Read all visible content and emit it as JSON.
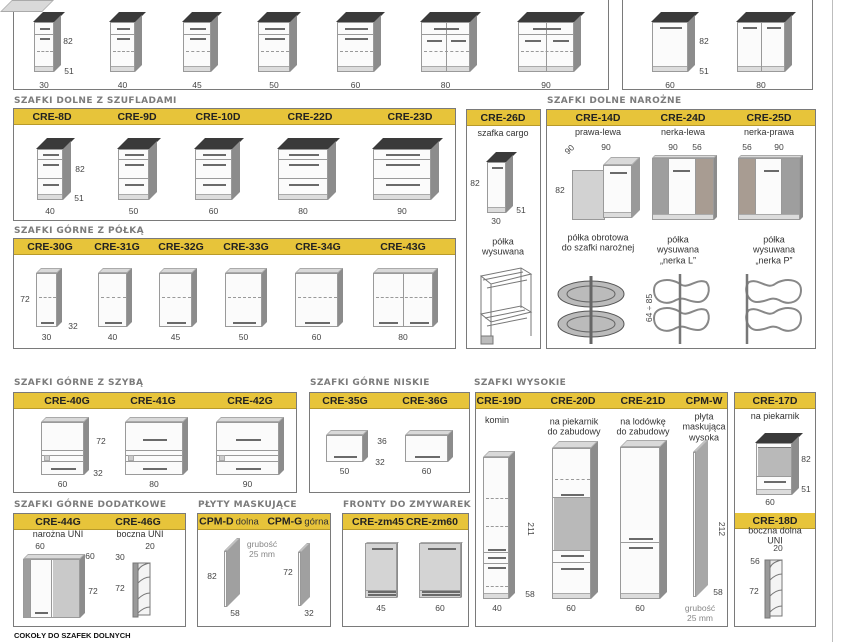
{
  "top_row": {
    "widths_left": [
      "30",
      "40",
      "45",
      "50",
      "60",
      "80",
      "90"
    ],
    "widths_right": [
      "60",
      "80"
    ],
    "height": "82",
    "depth": "51"
  },
  "drawers": {
    "title": "SZAFKI DOLNE Z SZUFLADAMI",
    "codes": [
      "CRE-8D",
      "CRE-9D",
      "CRE-10D",
      "CRE-22D",
      "CRE-23D"
    ],
    "widths": [
      "40",
      "50",
      "60",
      "80",
      "90"
    ],
    "height": "82",
    "depth": "51"
  },
  "upper_shelf": {
    "title": "SZAFKI GÓRNE Z PÓŁKĄ",
    "codes": [
      "CRE-30G",
      "CRE-31G",
      "CRE-32G",
      "CRE-33G",
      "CRE-34G",
      "CRE-43G"
    ],
    "widths": [
      "30",
      "40",
      "45",
      "50",
      "60",
      "80"
    ],
    "height": "72",
    "depth": "32"
  },
  "cargo": {
    "code": "CRE-26D",
    "subtitle": "szafka cargo",
    "height": "82",
    "width": "30",
    "depth": "51",
    "accessory": "półka\nwysuwana"
  },
  "corner": {
    "title": "SZAFKI DOLNE NAROŻNE",
    "items": [
      {
        "code": "CRE-14D",
        "subtitle": "prawa-lewa",
        "dim_a": "90",
        "dim_b": "90",
        "height": "82",
        "accessory": "półka obrotowa\ndo szafki narożnej",
        "accessory_dim": "64 ÷ 85"
      },
      {
        "code": "CRE-24D",
        "subtitle": "nerka-lewa",
        "dim_a": "90",
        "dim_b": "56",
        "accessory": "półka\nwysuwana\n„nerka L”"
      },
      {
        "code": "CRE-25D",
        "subtitle": "nerka-prawa",
        "dim_a": "56",
        "dim_b": "90",
        "accessory": "półka\nwysuwana\n„nerka P”"
      }
    ]
  },
  "glass": {
    "title": "SZAFKI GÓRNE Z SZYBĄ",
    "codes": [
      "CRE-40G",
      "CRE-41G",
      "CRE-42G"
    ],
    "widths": [
      "60",
      "80",
      "90"
    ],
    "height": "72",
    "depth": "32"
  },
  "low": {
    "title": "SZAFKI GÓRNE NISKIE",
    "codes": [
      "CRE-35G",
      "CRE-36G"
    ],
    "widths": [
      "50",
      "60"
    ],
    "height": "36",
    "depth": "32"
  },
  "tall": {
    "title": "SZAFKI WYSOKIE",
    "items": [
      {
        "code": "CRE-19D",
        "subtitle": "komin",
        "width": "40"
      },
      {
        "code": "CRE-20D",
        "subtitle": "na piekarnik\ndo zabudowy",
        "width": "60"
      },
      {
        "code": "CRE-21D",
        "subtitle": "na lodówkę\ndo zabudowy",
        "width": "60"
      },
      {
        "code": "CPM-W",
        "subtitle": "płyta\nmaskująca\nwysoka"
      }
    ],
    "height": "211",
    "depth": "58",
    "panel_height": "212",
    "panel_depth": "58",
    "thickness": "grubość\n25 mm"
  },
  "oven": {
    "code": "CRE-17D",
    "subtitle": "na piekarnik",
    "height": "82",
    "depth": "51",
    "width": "60"
  },
  "side_base": {
    "code": "CRE-18D",
    "subtitle": "boczna dolna UNI",
    "width": "20",
    "depth": "56",
    "height": "72"
  },
  "extra": {
    "title": "SZAFKI GÓRNE DODATKOWE",
    "items": [
      {
        "code": "CRE-44G",
        "subtitle": "narożna UNI",
        "width": "60",
        "depth": "60",
        "height": "72"
      },
      {
        "code": "CRE-46G",
        "subtitle": "boczna UNI",
        "width": "20",
        "depth": "30",
        "height": "72"
      }
    ]
  },
  "masking": {
    "title": "PŁYTY MASKUJĄCE",
    "items": [
      {
        "code": "CPM-D",
        "suffix": "dolna",
        "height": "82",
        "depth": "58"
      },
      {
        "code": "CPM-G",
        "suffix": "górna",
        "height": "72",
        "depth": "32"
      }
    ],
    "thickness": "grubość\n25 mm"
  },
  "dishwasher": {
    "title": "FRONTY DO ZMYWAREK",
    "codes": [
      "CRE-zm45",
      "CRE-zm60"
    ],
    "widths": [
      "45",
      "60"
    ]
  },
  "footer": "COKOŁY DO SZAFEK DOLNYCH",
  "colors": {
    "accent": "#e7c43a",
    "border": "#7a7a7a",
    "counter": "#3a3a3a"
  }
}
